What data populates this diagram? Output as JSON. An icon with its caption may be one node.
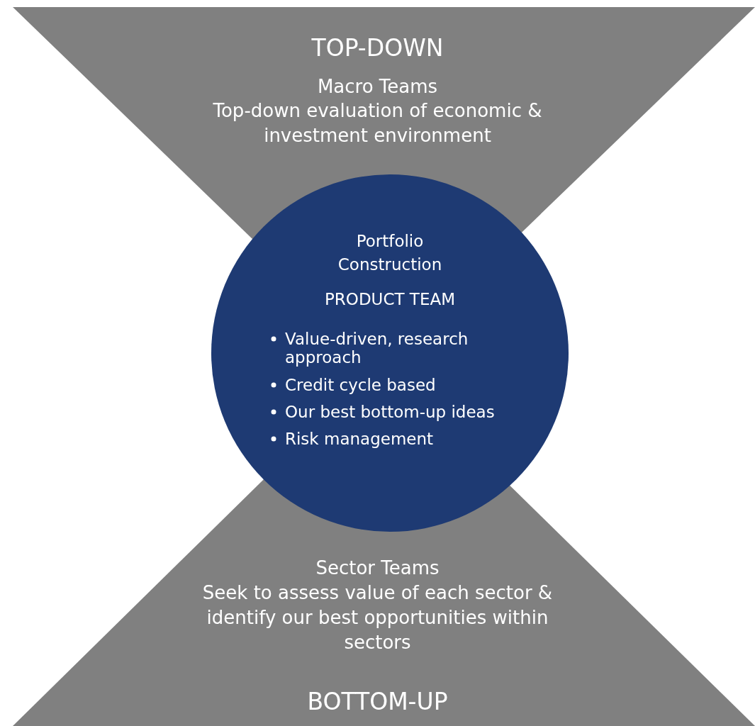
{
  "diagram": {
    "nodes": [
      {
        "text": [
          "TOP-DOWN",
          "Macro Teams",
          "Top-down evaluation of economic & investment environment"
        ]
      },
      {
        "text": [
          "Sector Teams",
          "Seek to assess value of each sector & identify our best opportunities within sectors",
          "BOTTOM-UP"
        ]
      },
      {
        "text": [
          "Portfolio Construction",
          "PRODUCT TEAM",
          "Value-driven, research approach",
          "Credit cycle based",
          "Our best bottom-up ideas",
          "Risk management"
        ]
      }
    ]
  }
}
